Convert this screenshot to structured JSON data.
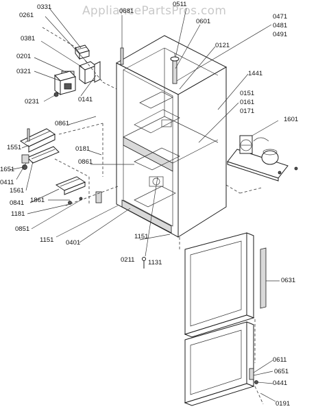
{
  "watermark": "AppliancePartsPros.com",
  "labels": {
    "l0331": "0331",
    "l0261": "0261",
    "l0381": "0381",
    "l0201": "0201",
    "l0321": "0321",
    "l0231": "0231",
    "l0141": "0141",
    "l0681": "0681",
    "l0511": "0511",
    "l0601": "0601",
    "l0471": "0471",
    "l0481": "0481",
    "l0491": "0491",
    "l0121": "0121",
    "l1441": "1441",
    "l0151": "0151",
    "l0161": "0161",
    "l0171": "0171",
    "l1601": "1601",
    "l0861a": "0861",
    "l0181": "0181",
    "l0861b": "0861",
    "l1551": "1551",
    "l1651": "1651",
    "l0411": "0411",
    "l1561": "1561",
    "l0841": "0841",
    "l1861": "1861",
    "l1181": "1181",
    "l0851": "0851",
    "l1151a": "1151",
    "l0401": "0401",
    "l1151b": "1151",
    "l0211": "0211",
    "l1131": "1131",
    "l0631": "0631",
    "l0611": "0611",
    "l0651": "0651",
    "l0441": "0441",
    "l0191": "0191"
  }
}
